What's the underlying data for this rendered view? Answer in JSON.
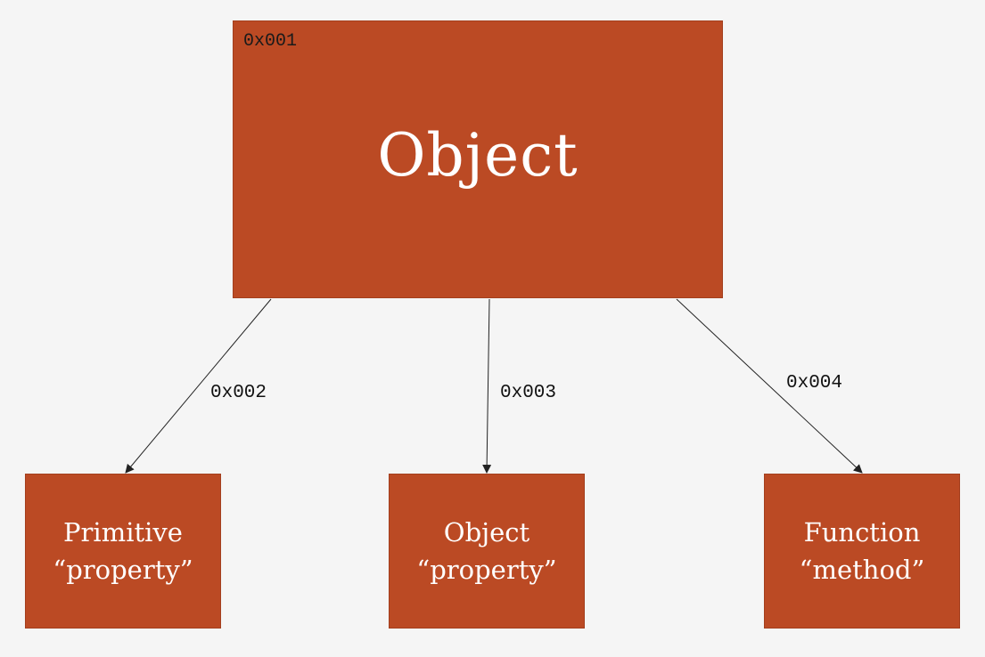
{
  "colors": {
    "node_fill": "#bb4a24",
    "background": "#f5f5f5",
    "text_light": "#ffffff",
    "text_dark": "#111111",
    "edge": "#222222"
  },
  "root": {
    "title": "Object",
    "address": "0x001"
  },
  "children": [
    {
      "line1": "Primitive",
      "line2": "“property”"
    },
    {
      "line1": "Object",
      "line2": "“property”"
    },
    {
      "line1": "Function",
      "line2": "“method”"
    }
  ],
  "edges": [
    {
      "from": "root",
      "to": "children.0",
      "label": "0x002"
    },
    {
      "from": "root",
      "to": "children.1",
      "label": "0x003"
    },
    {
      "from": "root",
      "to": "children.2",
      "label": "0x004"
    }
  ]
}
